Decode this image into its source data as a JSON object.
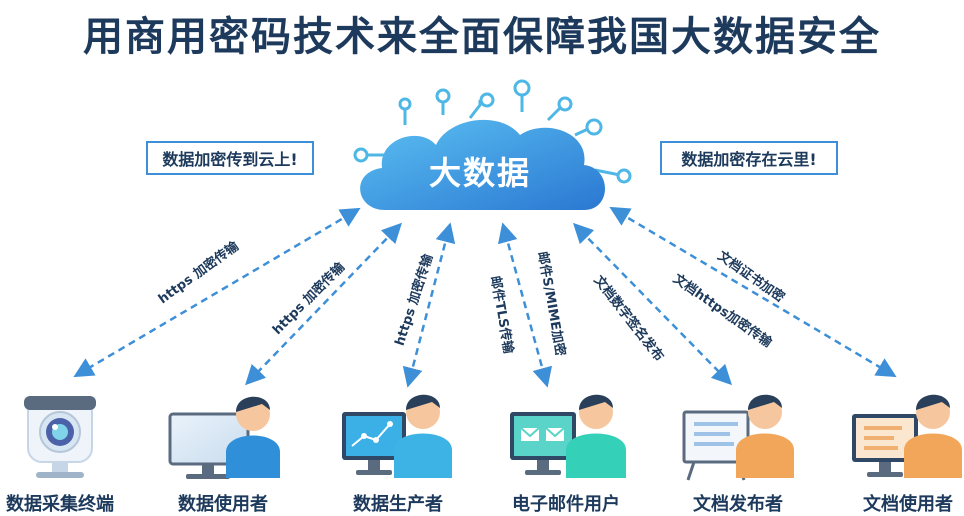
{
  "title": "用商用密码技术来全面保障我国大数据安全",
  "center": {
    "label": "大数据"
  },
  "notes": {
    "left": "数据加密传到云上!",
    "right": "数据加密存在云里!"
  },
  "protocols": [
    "https 加密传输",
    "https 加密传输",
    "https 加密传输",
    "邮件TLS传输",
    "邮件S/MIME加密",
    "文档数字签名发布",
    "文档https加密传输",
    "文档证书加密"
  ],
  "nodes": [
    {
      "label": "数据采集终端",
      "icon": "webcam-icon"
    },
    {
      "label": "数据使用者",
      "icon": "monitor-user-icon"
    },
    {
      "label": "数据生产者",
      "icon": "chart-monitor-user-icon"
    },
    {
      "label": "电子邮件用户",
      "icon": "mail-monitor-user-icon"
    },
    {
      "label": "文档发布者",
      "icon": "document-board-user-icon"
    },
    {
      "label": "文档使用者",
      "icon": "document-monitor-user-icon"
    }
  ],
  "colors": {
    "title": "#1d3a5c",
    "arrow": "#3d8fd8",
    "cloud_top": "#3aa0e8",
    "cloud_bottom": "#2f7fd6",
    "skin": "#f6c79e",
    "hair": "#2a3f5a"
  }
}
